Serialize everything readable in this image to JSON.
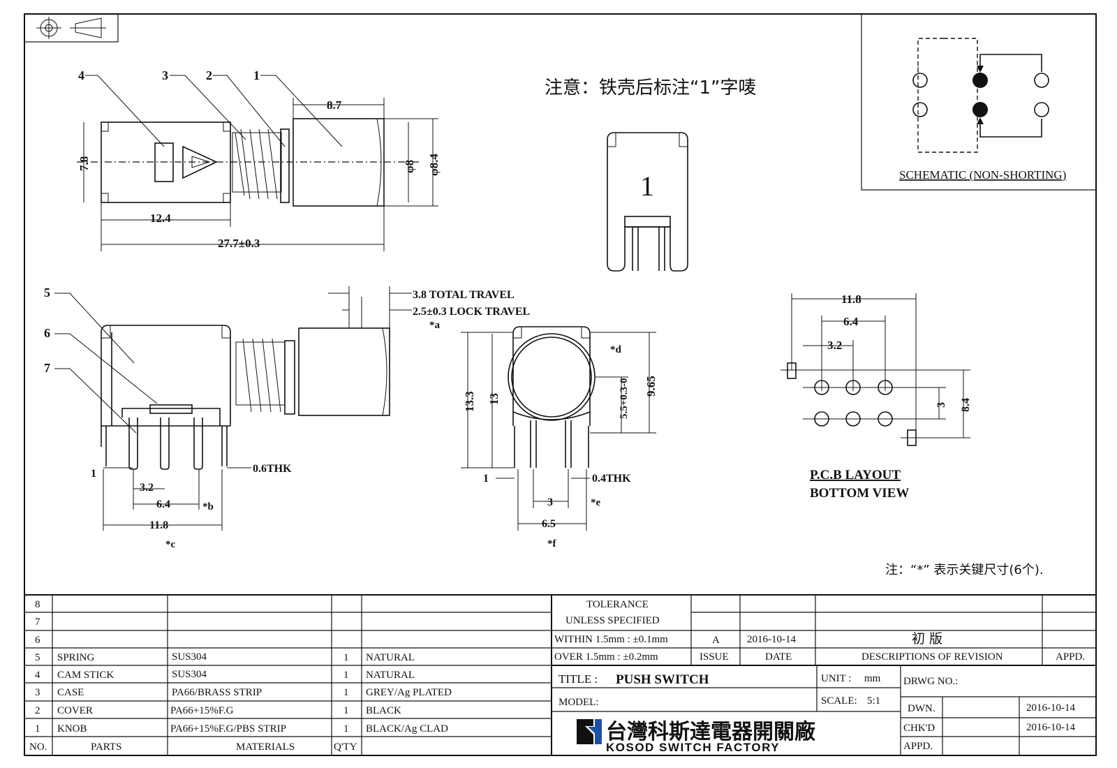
{
  "notes": {
    "top_note": "注意：铁壳后标注“1”字唛",
    "bottom_note": "注：“*” 表示关键尺寸(6个).",
    "marking_digit": "1"
  },
  "schematic": {
    "title": "SCHEMATIC (NON-SHORTING)"
  },
  "pcb_layout": {
    "title": "P.C.B LAYOUT",
    "subtitle": "BOTTOM VIEW"
  },
  "parts_callouts": [
    "1",
    "2",
    "3",
    "4",
    "5",
    "6",
    "7"
  ],
  "dimensions": {
    "top_view": [
      "8.7",
      "7.8",
      "12.4",
      "27.7±0.3",
      "φ8",
      "φ8.4"
    ],
    "side_view": [
      "3.8 TOTAL TRAVEL",
      "2.5±0.3 LOCK TRAVEL",
      "*a",
      "1",
      "3.2",
      "6.4",
      "*b",
      "11.8",
      "*c",
      "0.6THK"
    ],
    "front_view": [
      "13.3",
      "13",
      "*d",
      "5.5+0.3-0",
      "9.65",
      "1",
      "0.4THK",
      "3",
      "*e",
      "6.5",
      "*f"
    ],
    "pcb": [
      "11.8",
      "6.4",
      "3.2",
      "3",
      "8.4"
    ]
  },
  "bom": {
    "headers": {
      "no": "NO.",
      "parts": "PARTS",
      "materials": "MATERIALS",
      "qty": "Q'TY"
    },
    "rows": [
      {
        "no": "8",
        "part": "",
        "material": "",
        "qty": "",
        "finish": ""
      },
      {
        "no": "7",
        "part": "",
        "material": "",
        "qty": "",
        "finish": ""
      },
      {
        "no": "6",
        "part": "",
        "material": "",
        "qty": "",
        "finish": ""
      },
      {
        "no": "5",
        "part": "SPRING",
        "material": "SUS304",
        "qty": "1",
        "finish": "NATURAL"
      },
      {
        "no": "4",
        "part": "CAM STICK",
        "material": "SUS304",
        "qty": "1",
        "finish": "NATURAL"
      },
      {
        "no": "3",
        "part": "CASE",
        "material": "PA66/BRASS STRIP",
        "qty": "1",
        "finish": "GREY/Ag PLATED"
      },
      {
        "no": "2",
        "part": "COVER",
        "material": "PA66+15%F.G",
        "qty": "1",
        "finish": "BLACK"
      },
      {
        "no": "1",
        "part": "KNOB",
        "material": "PA66+15%F.G/PBS STRIP",
        "qty": "1",
        "finish": "BLACK/Ag CLAD"
      }
    ]
  },
  "tolerance": {
    "line1": "TOLERANCE",
    "line2": "UNLESS  SPECIFIED",
    "line3": "WITHIN 1.5mm : ±0.1mm",
    "line4": "OVER 1.5mm : ±0.2mm"
  },
  "revision": {
    "issue": "A",
    "date": "2016-10-14",
    "description": "初  版",
    "issue_label": "ISSUE",
    "date_label": "DATE",
    "desc_label": "DESCRIPTIONS OF REVISION",
    "appd_label": "APPD."
  },
  "title_block": {
    "title_label": "TITLE :",
    "title": "PUSH SWITCH",
    "model_label": "MODEL:",
    "unit_label": "UNIT :",
    "unit": "mm",
    "scale_label": "SCALE:",
    "scale": "5:1",
    "drwg_label": "DRWG NO.:",
    "dwn_label": "DWN.",
    "dwn_date": "2016-10-14",
    "chkd_label": "CHK'D",
    "chkd_date": "2016-10-14",
    "appd_label": "APPD.",
    "company_cn": "台灣科斯達電器開關廠",
    "company_en": "KOSOD SWITCH FACTORY"
  }
}
